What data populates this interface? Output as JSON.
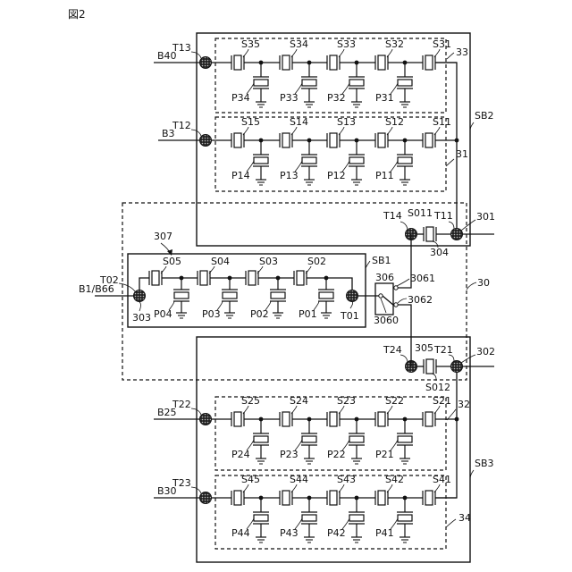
{
  "figure_label": "図2",
  "colors": {
    "ink": "#111111",
    "background": "#ffffff"
  },
  "module": {
    "label": "30",
    "sb1": {
      "label": "SB1",
      "switch_label": "306",
      "switch_common": "3060",
      "switch_pos1": "3061",
      "switch_pos2": "3062",
      "group_label": "307",
      "input_band": "B1/B66",
      "input_terminal": "T02",
      "input_ref": "303",
      "output_terminal": "T01",
      "series": [
        "S05",
        "S04",
        "S03",
        "S02"
      ],
      "parallel": [
        "P04",
        "P03",
        "P02",
        "P01"
      ]
    },
    "upper_link": {
      "terminal_in": "T14",
      "resonator": "S011",
      "resonator_ref": "304",
      "terminal_out": "T11",
      "port": "301"
    },
    "lower_link": {
      "terminal_in": "T24",
      "resonator": "S012",
      "resonator_ref": "305",
      "terminal_out": "T21",
      "port": "302"
    }
  },
  "sb2": {
    "label": "SB2",
    "filters": [
      {
        "label": "33",
        "band": "B40",
        "terminal": "T13",
        "series": [
          "S35",
          "S34",
          "S33",
          "S32",
          "S31"
        ],
        "parallel": [
          "P34",
          "P33",
          "P32",
          "P31"
        ]
      },
      {
        "label": "31",
        "band": "B3",
        "terminal": "T12",
        "series": [
          "S15",
          "S14",
          "S13",
          "S12",
          "S11"
        ],
        "parallel": [
          "P14",
          "P13",
          "P12",
          "P11"
        ]
      }
    ]
  },
  "sb3": {
    "label": "SB3",
    "filters": [
      {
        "label": "32",
        "band": "B25",
        "terminal": "T22",
        "series": [
          "S25",
          "S24",
          "S23",
          "S22",
          "S21"
        ],
        "parallel": [
          "P24",
          "P23",
          "P22",
          "P21"
        ]
      },
      {
        "label": "34",
        "band": "B30",
        "terminal": "T23",
        "series": [
          "S45",
          "S44",
          "S43",
          "S42",
          "S41"
        ],
        "parallel": [
          "P44",
          "P43",
          "P42",
          "P41"
        ]
      }
    ]
  }
}
